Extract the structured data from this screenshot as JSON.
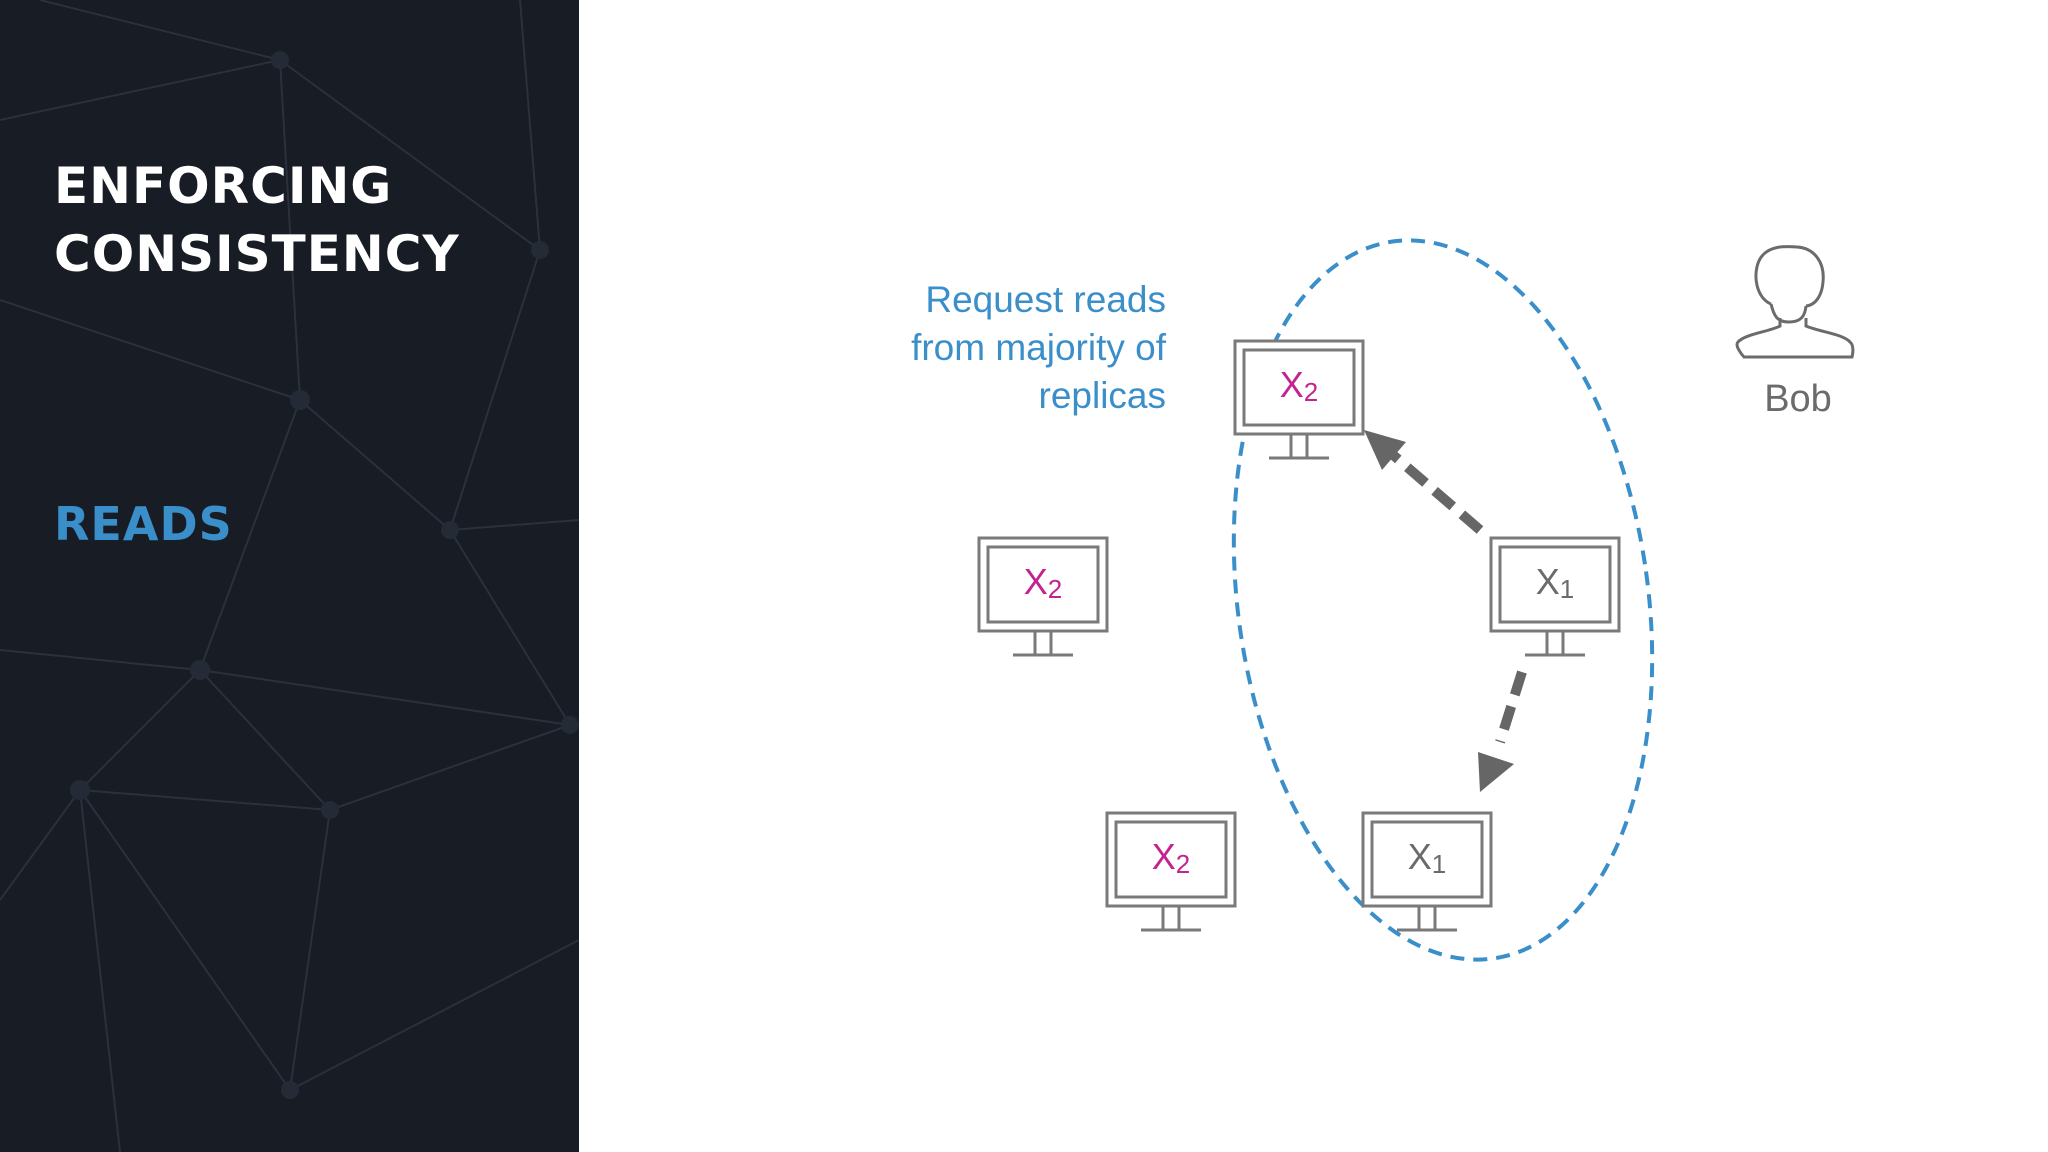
{
  "sidebar": {
    "title_lines": [
      "ENFORCING",
      "CONSISTENCY"
    ],
    "section": "READS"
  },
  "diagram": {
    "caption_lines": [
      "Request reads",
      "from majority of",
      "replicas"
    ],
    "user": {
      "label": "Bob",
      "icon": "person-icon"
    },
    "replicas": [
      {
        "value": "X",
        "version": "2",
        "state": "stale"
      },
      {
        "value": "X",
        "version": "2",
        "state": "stale"
      },
      {
        "value": "X",
        "version": "1",
        "state": "current"
      },
      {
        "value": "X",
        "version": "2",
        "state": "stale"
      },
      {
        "value": "X",
        "version": "1",
        "state": "current"
      }
    ],
    "colors": {
      "sidebar_bg": "#171c25",
      "accent": "#3a8fca",
      "stale": "#c4238f",
      "current": "#6b6b6b",
      "arrow": "#666666",
      "monitor": "#7a7a7a"
    }
  }
}
